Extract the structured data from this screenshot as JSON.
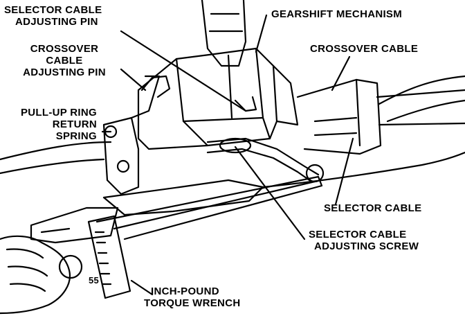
{
  "diagram": {
    "labels": {
      "selector_cable_adjusting_pin": [
        "SELECTOR CABLE",
        "ADJUSTING PIN"
      ],
      "gearshift_mechanism": "GEARSHIFT MECHANISM",
      "crossover_cable_adjusting_pin": [
        "CROSSOVER",
        "CABLE",
        "ADJUSTING PIN"
      ],
      "crossover_cable": "CROSSOVER CABLE",
      "pull_up_ring_return_spring": [
        "PULL-UP RING",
        "RETURN",
        "SPRING"
      ],
      "selector_cable": "SELECTOR CABLE",
      "selector_cable_adjusting_screw": [
        "SELECTOR CABLE",
        "ADJUSTING SCREW"
      ],
      "inch_pound_torque_wrench": [
        "INCH-POUND",
        "TORQUE WRENCH"
      ],
      "gauge_reading": "55"
    }
  }
}
